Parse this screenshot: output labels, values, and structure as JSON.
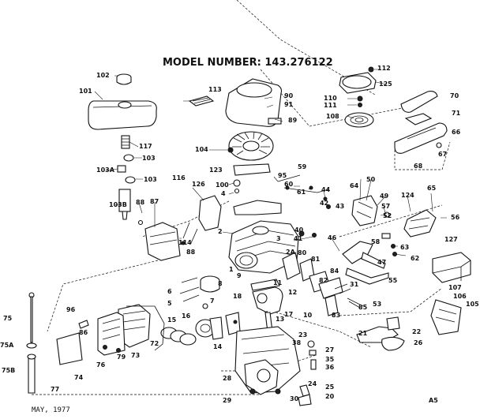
{
  "title": "MODEL NUMBER:  143.276122",
  "date": "MAY, 1977",
  "sheet_code": "A5",
  "labels": [
    "112",
    "125",
    "110",
    "111",
    "108",
    "70",
    "71",
    "66",
    "67",
    "68",
    "65",
    "56",
    "102",
    "101",
    "113",
    "90",
    "91",
    "89",
    "117",
    "103",
    "104",
    "123",
    "103A",
    "103",
    "116",
    "126",
    "100",
    "4",
    "95",
    "59",
    "60",
    "61",
    "44",
    "42",
    "43",
    "64",
    "50",
    "49",
    "57",
    "52",
    "124",
    "103B",
    "88",
    "87",
    "114",
    "88",
    "2",
    "40",
    "41",
    "46",
    "58",
    "63",
    "62",
    "127",
    "80",
    "81",
    "82",
    "83",
    "84",
    "31",
    "55",
    "53",
    "85",
    "3",
    "9",
    "2A",
    "1",
    "6",
    "5",
    "8",
    "7",
    "11",
    "18",
    "12",
    "13",
    "17",
    "10",
    "47",
    "72",
    "15",
    "14",
    "16",
    "107",
    "106",
    "105",
    "75",
    "96",
    "86",
    "73",
    "79",
    "76",
    "75A",
    "75B",
    "74",
    "77",
    "21",
    "22",
    "23",
    "38",
    "26",
    "27",
    "35",
    "36",
    "28",
    "24",
    "25",
    "20",
    "29",
    "30"
  ]
}
